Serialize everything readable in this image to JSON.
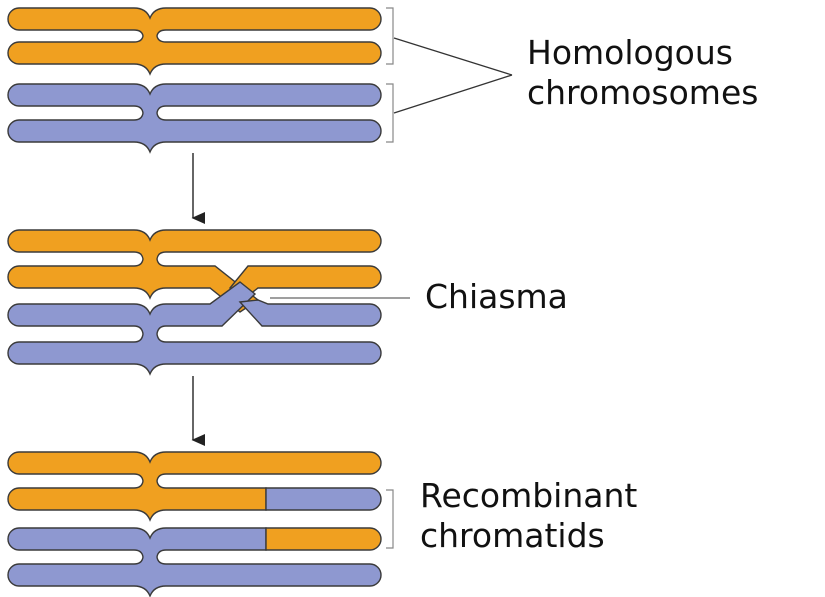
{
  "colors": {
    "chromosome_a": "#F0A020",
    "chromosome_b": "#8E98D0",
    "outline": "#3a3a3a",
    "text": "#111111"
  },
  "labels": {
    "homologous": {
      "line1": "Homologous",
      "line2": "chromosomes"
    },
    "chiasma": "Chiasma",
    "recombinant": {
      "line1": "Recombinant",
      "line2": "chromatids"
    }
  },
  "stages": [
    {
      "name": "homologous-pairs",
      "crossover": false,
      "recombinant": false
    },
    {
      "name": "chiasma-formation",
      "crossover": true,
      "recombinant": false
    },
    {
      "name": "recombinant-result",
      "crossover": false,
      "recombinant": true
    }
  ]
}
